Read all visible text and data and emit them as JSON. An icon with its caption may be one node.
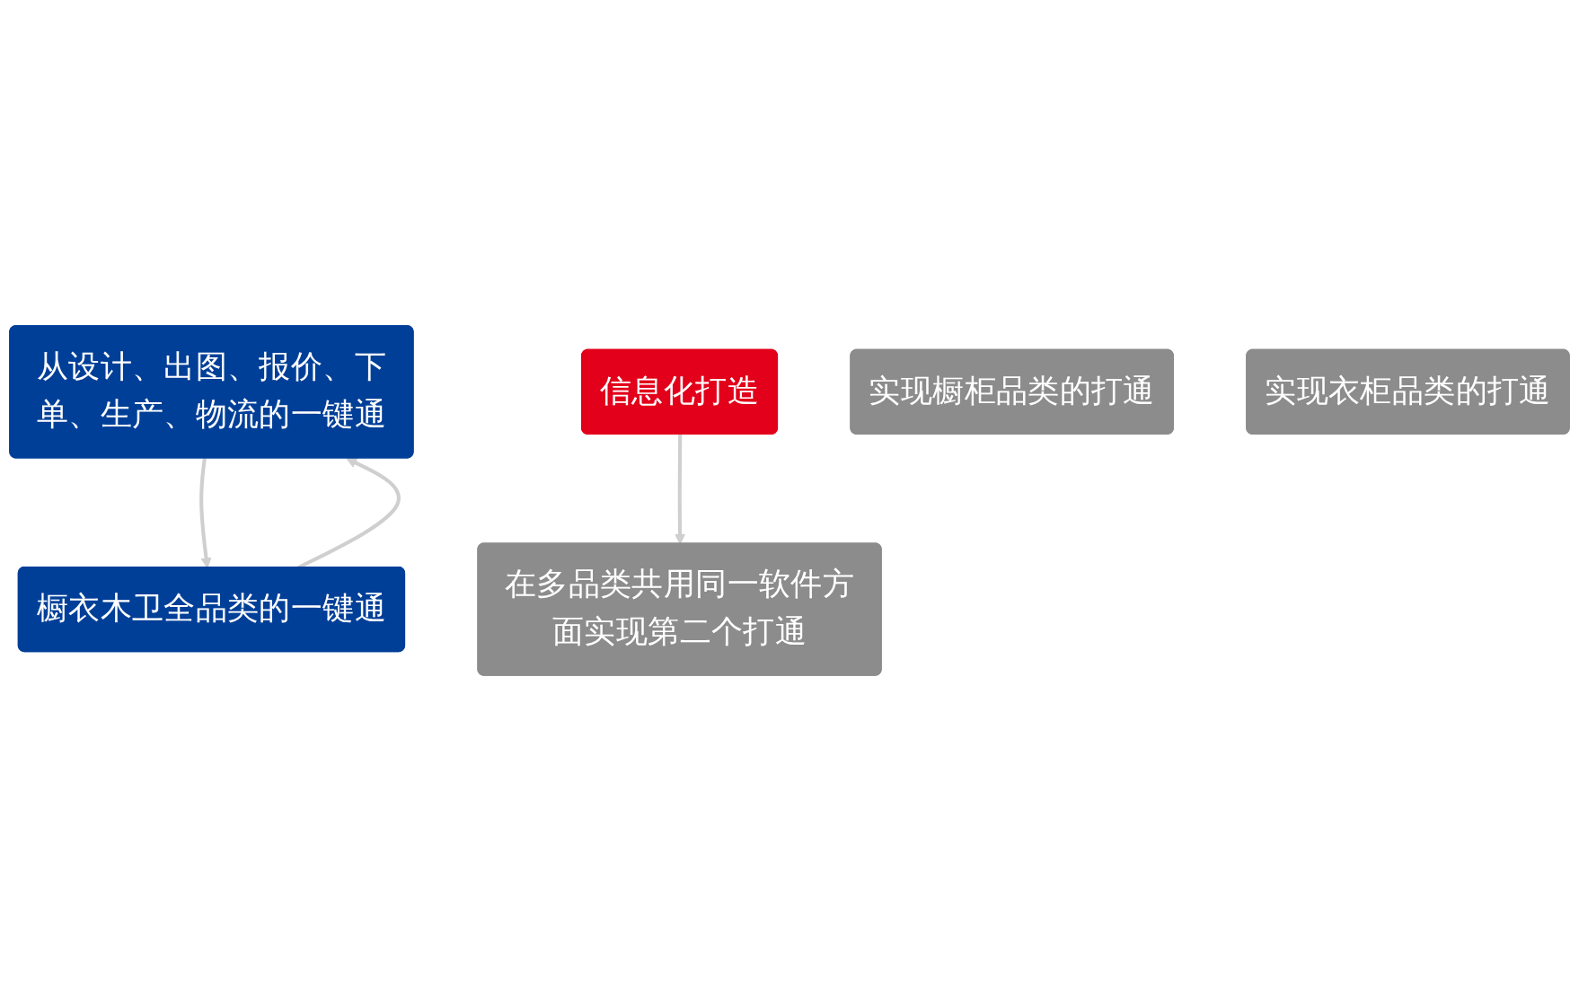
{
  "diagram": {
    "nodes": [
      {
        "text": [
          "从设计、出图、报价、下单、生产、物流的一键通"
        ]
      },
      {
        "text": [
          "信息化打造"
        ]
      },
      {
        "text": [
          "橱衣木卫全品类的一键通"
        ]
      },
      {
        "text": [
          "实现橱柜品类的打通"
        ]
      },
      {
        "text": [
          "实现衣柜品类的打通"
        ]
      },
      {
        "text": [
          "在多品类共用同一软件方面实现第二个打通"
        ]
      }
    ],
    "edges": [
      {
        "from": 0,
        "to": 2,
        "arrow": "to"
      },
      {
        "from": 2,
        "to": 0,
        "arrow": "to"
      },
      {
        "from": 1,
        "to": 5,
        "arrow": "to"
      }
    ]
  }
}
